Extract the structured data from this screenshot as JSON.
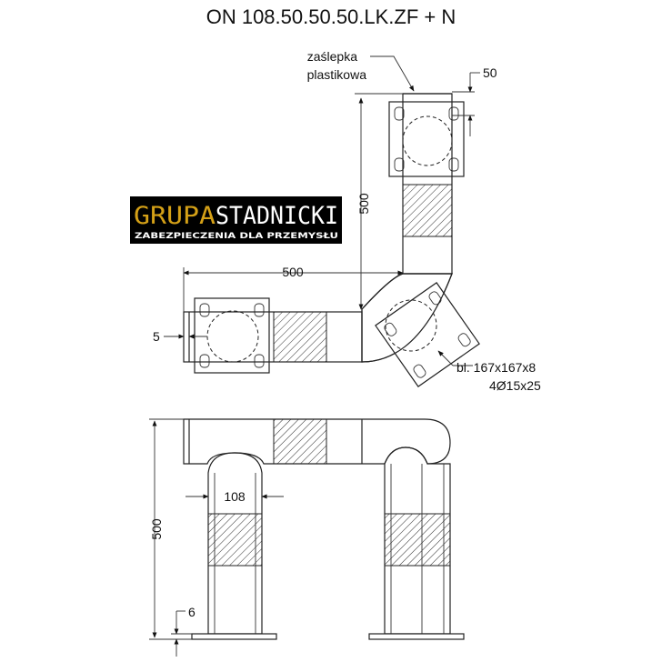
{
  "title": "ON 108.50.50.50.LK.ZF + N",
  "logo": {
    "word1": "GRUPA",
    "word2": "STADNICKI",
    "tagline": "ZABEZPIECZENIA DLA PRZEMYSŁU",
    "color_word1": "#d4a017",
    "color_word2": "#ffffff",
    "background": "#000000"
  },
  "labels": {
    "cap_line1": "zaślepka",
    "cap_line2": "plastikowa",
    "plate_line1": "bl. 167x167x8",
    "plate_line2": "4Ø15x25"
  },
  "dimensions": {
    "top_50": "50",
    "vertical_500_top": "500",
    "horizontal_500": "500",
    "left_5": "5",
    "diameter_108": "108",
    "vertical_500_bottom": "500",
    "base_6": "6"
  }
}
